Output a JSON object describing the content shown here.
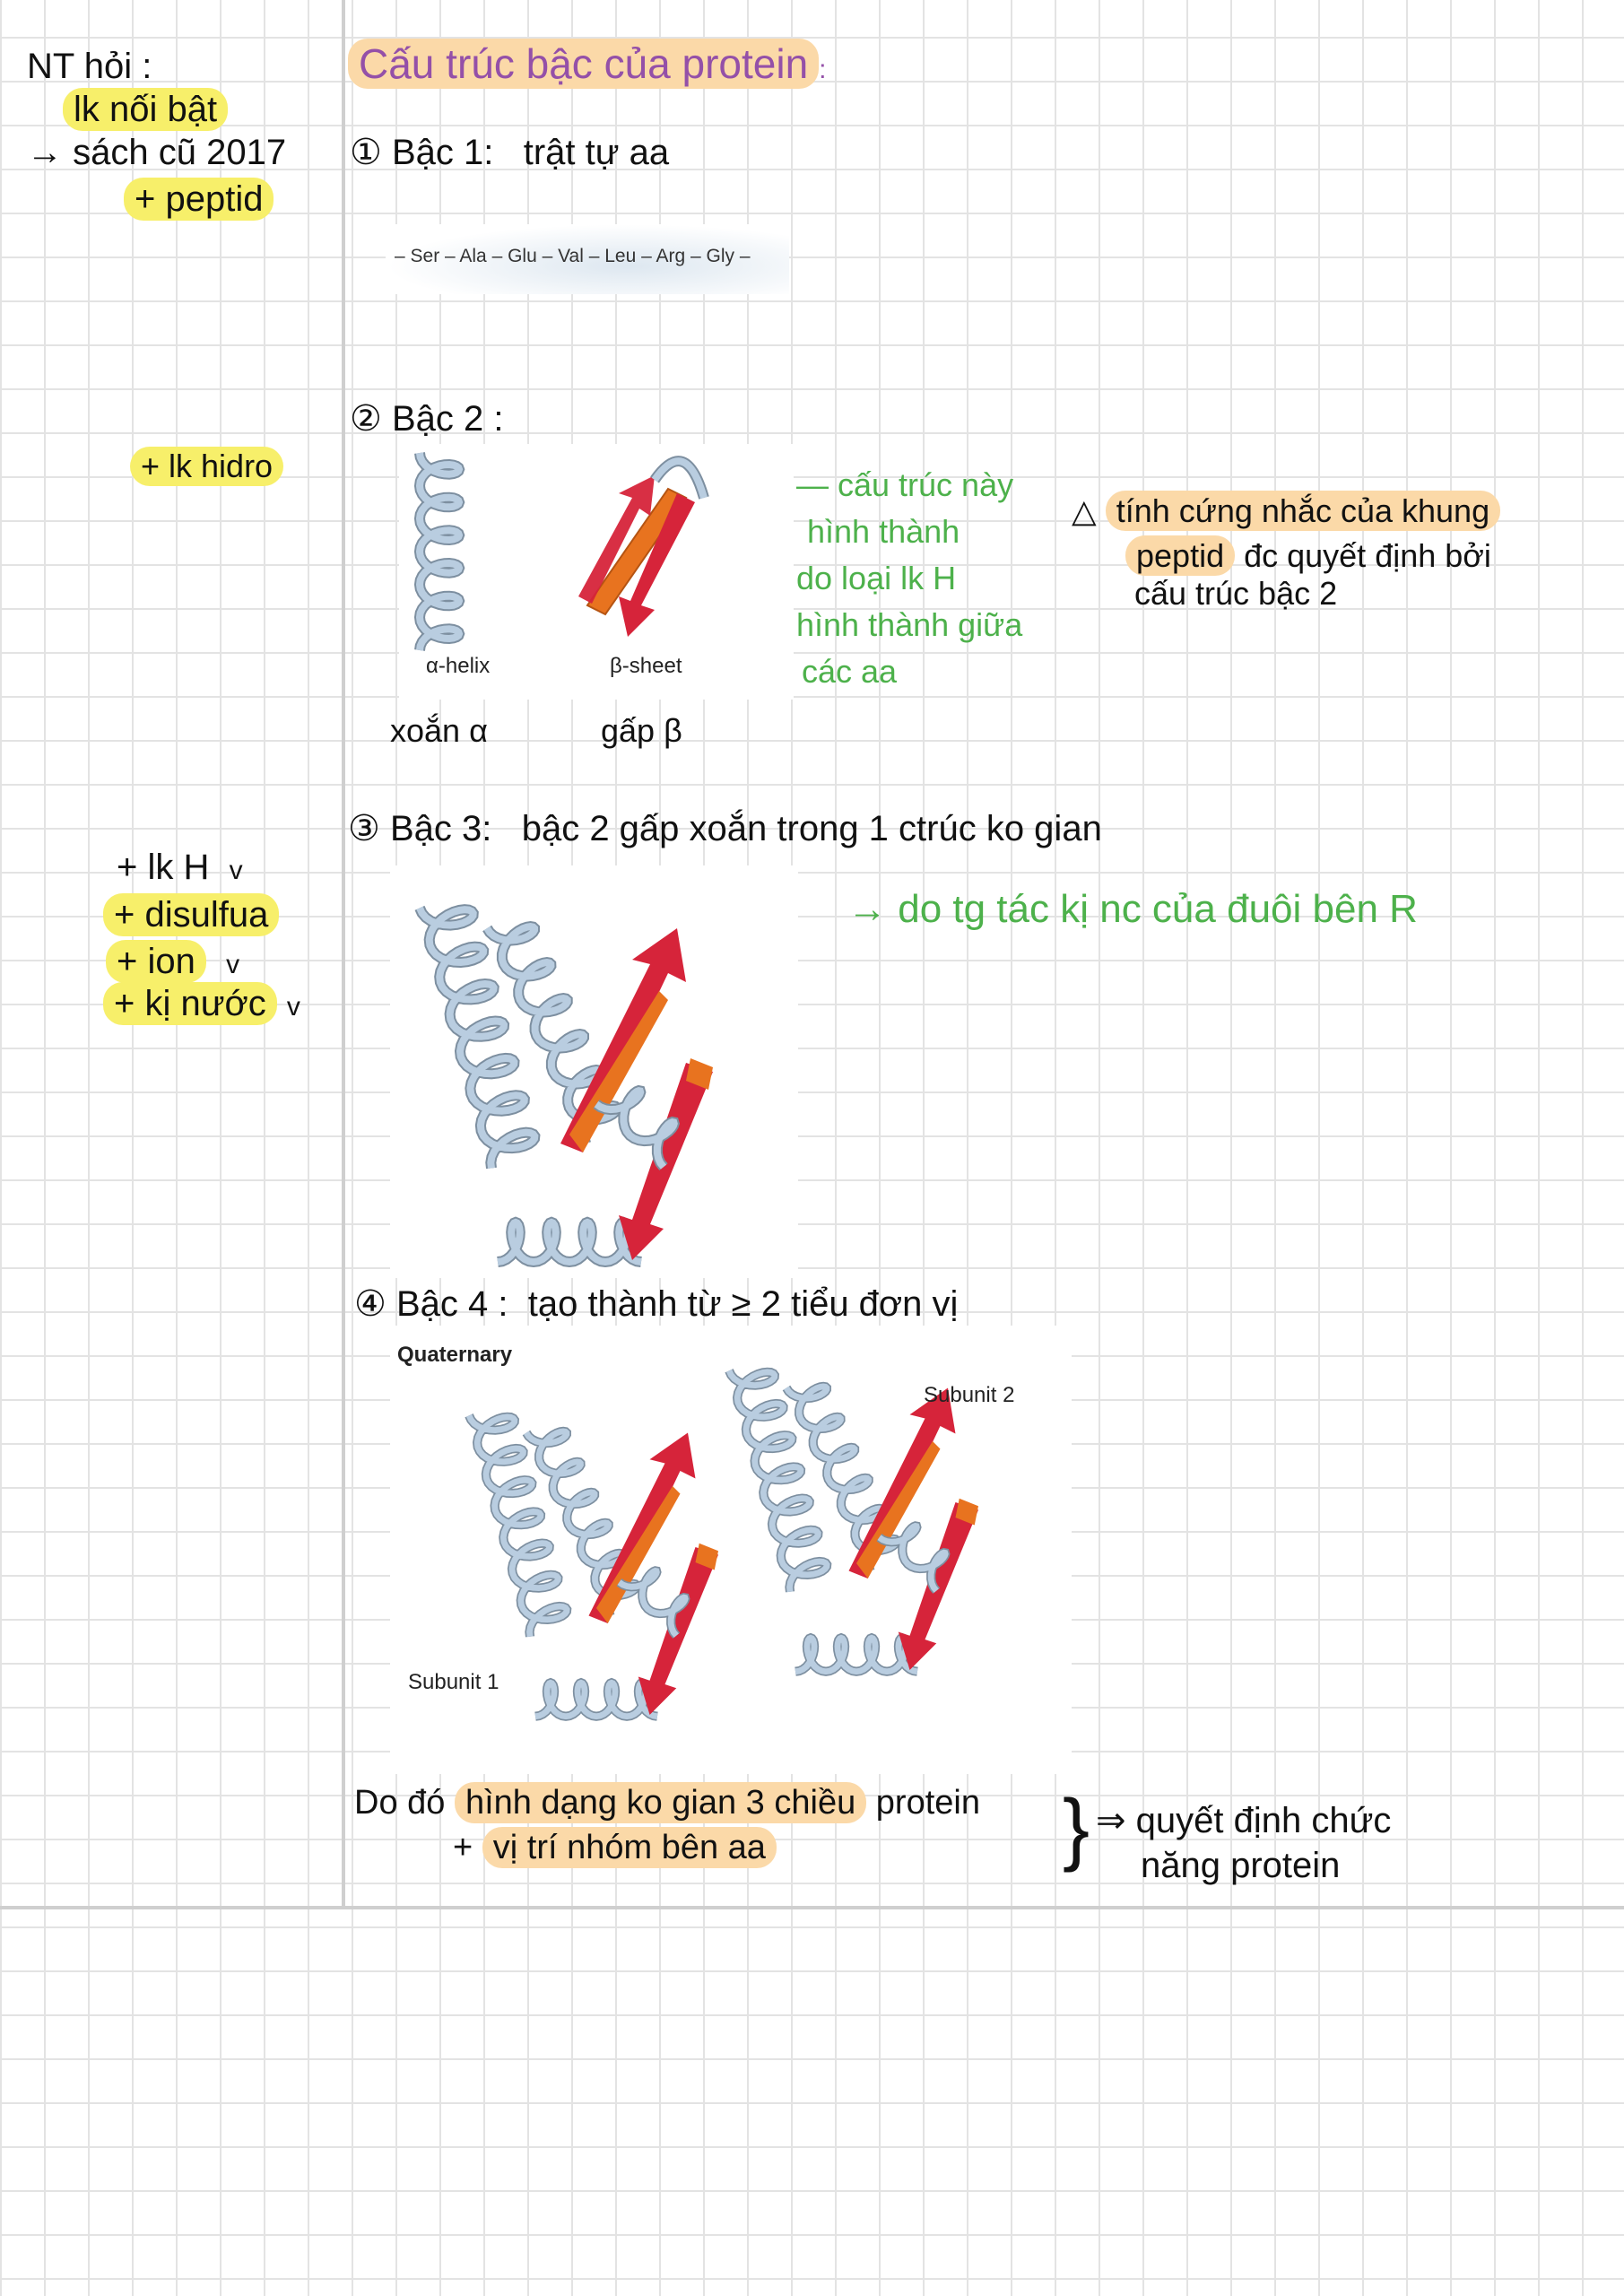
{
  "left_notes": {
    "nt_hoi": "NT hỏi :",
    "lk_noi_bat": "lk nối bật",
    "sach_cu": "→ sách cũ 2017",
    "peptid": "+ peptid",
    "lk_hidro": "+ lk hidro",
    "bond_list": [
      {
        "label": "+ lk H",
        "check": "v"
      },
      {
        "label": "+ disulfua",
        "check": ""
      },
      {
        "label": "+ ion",
        "check": "v"
      },
      {
        "label": "+ kị nước",
        "check": "v"
      }
    ]
  },
  "title": "Cấu trúc bậc của protein",
  "title_colon": ":",
  "level1": {
    "heading": "① Bậc 1:",
    "desc": "trật tự aa",
    "sequence": "– Ser – Ala – Glu – Val – Leu – Arg – Gly –"
  },
  "level2": {
    "heading": "② Bậc 2 :",
    "helix_label": "α-helix",
    "sheet_label": "β-sheet",
    "helix_vn": "xoắn α",
    "sheet_vn": "gấp β",
    "green_note": [
      "— cấu trúc này",
      "hình thành",
      "do loại lk H",
      "hình thành giữa",
      "các aa"
    ],
    "warning_icon": "warning-triangle-icon",
    "warning_note": {
      "hl1": "tính cứng nhắc của khung",
      "hl2": "peptid",
      "rest2": " đc quyết định bởi",
      "line3": "cấu trúc bậc 2"
    }
  },
  "level3": {
    "heading": "③ Bậc 3:",
    "desc": "bậc 2 gấp xoắn trong 1 ctrúc ko gian",
    "green_note": "→ do tg tác kị nc của đuôi bên R"
  },
  "level4": {
    "heading": "④ Bậc 4 :",
    "desc": "tạo thành từ ≥ 2 tiểu đơn vị",
    "fig_title": "Quaternary",
    "subunit1": "Subunit 1",
    "subunit2": "Subunit 2"
  },
  "conclusion": {
    "prefix": "Do đó",
    "hl1": "hình dạng ko gian 3 chiều",
    "suffix1": " protein",
    "plus": "+",
    "hl2": "vị trí nhóm bên aa",
    "brace": "}",
    "arrow": "⇒ quyết định chức",
    "line2": "năng protein"
  },
  "colors": {
    "yellow_highlight": "#f7ef6a",
    "orange_highlight": "#fbd9a8",
    "green_ink": "#4db14b",
    "title_ink": "#9450a8",
    "helix": "#b9cde0",
    "strand_red": "#d6243a",
    "strand_orange": "#e8731f"
  }
}
